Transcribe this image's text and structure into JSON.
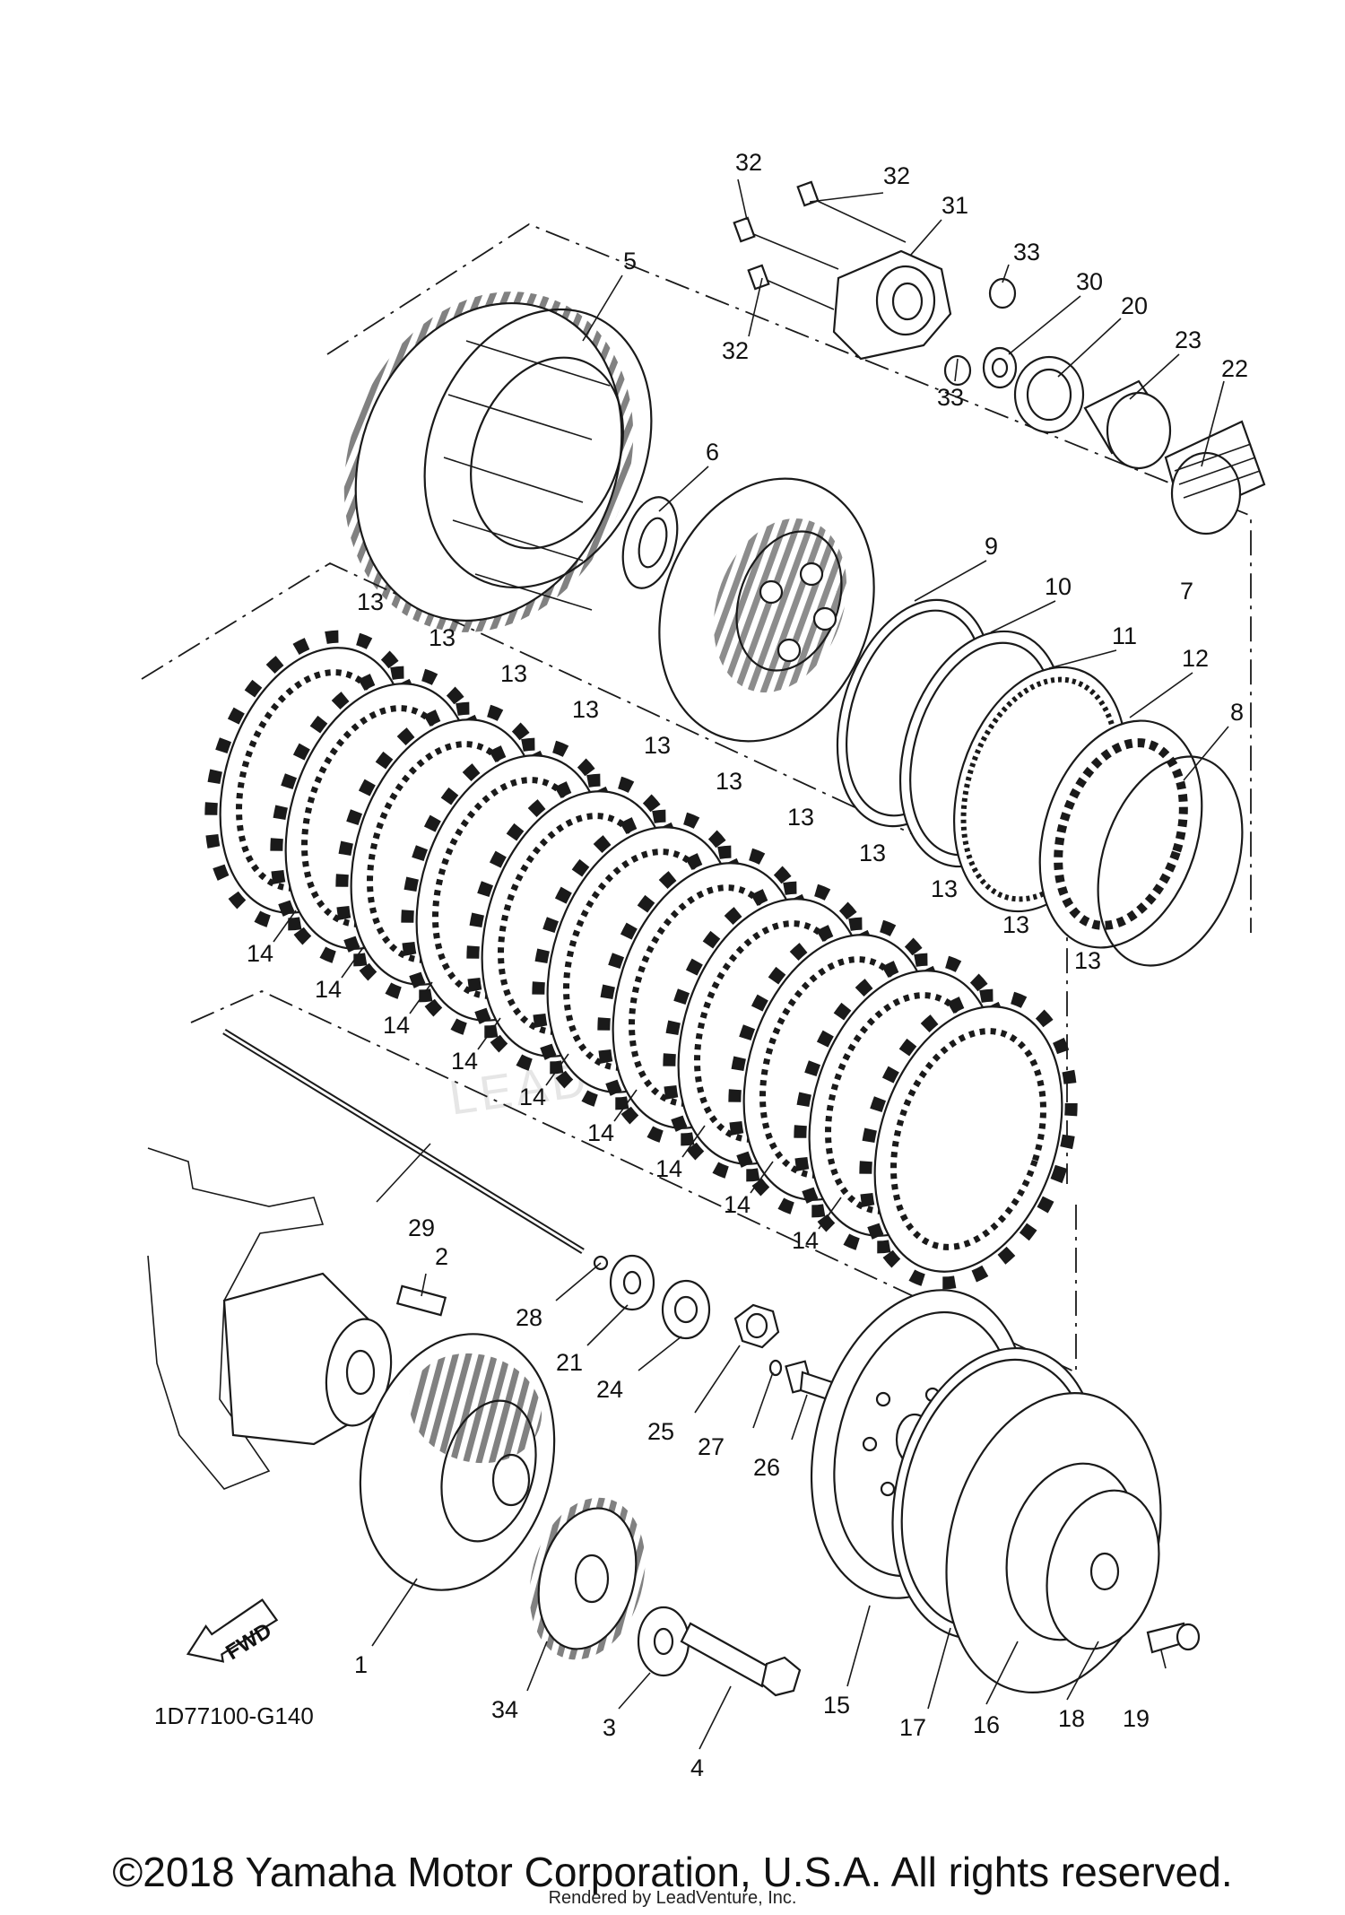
{
  "diagram": {
    "drawing_code": "1D77100-G140",
    "direction_badge": "FWD",
    "watermark": "LEADVENTURE",
    "copyright": "©2018 Yamaha Motor Corporation, U.S.A. All rights reserved.",
    "rendered_by": "Rendered by LeadVenture, Inc.",
    "callouts": {
      "c1": "1",
      "c2": "2",
      "c3": "3",
      "c4": "4",
      "c5": "5",
      "c6": "6",
      "c7": "7",
      "c8": "8",
      "c9": "9",
      "c10": "10",
      "c11": "11",
      "c12": "12",
      "c13": "13",
      "c14": "14",
      "c15": "15",
      "c16": "16",
      "c17": "17",
      "c18": "18",
      "c19": "19",
      "c20": "20",
      "c21": "21",
      "c22": "22",
      "c23": "23",
      "c24": "24",
      "c25": "25",
      "c26": "26",
      "c27": "27",
      "c28": "28",
      "c29": "29",
      "c30": "30",
      "c31": "31",
      "c32": "32",
      "c33": "33",
      "c34": "34"
    }
  }
}
